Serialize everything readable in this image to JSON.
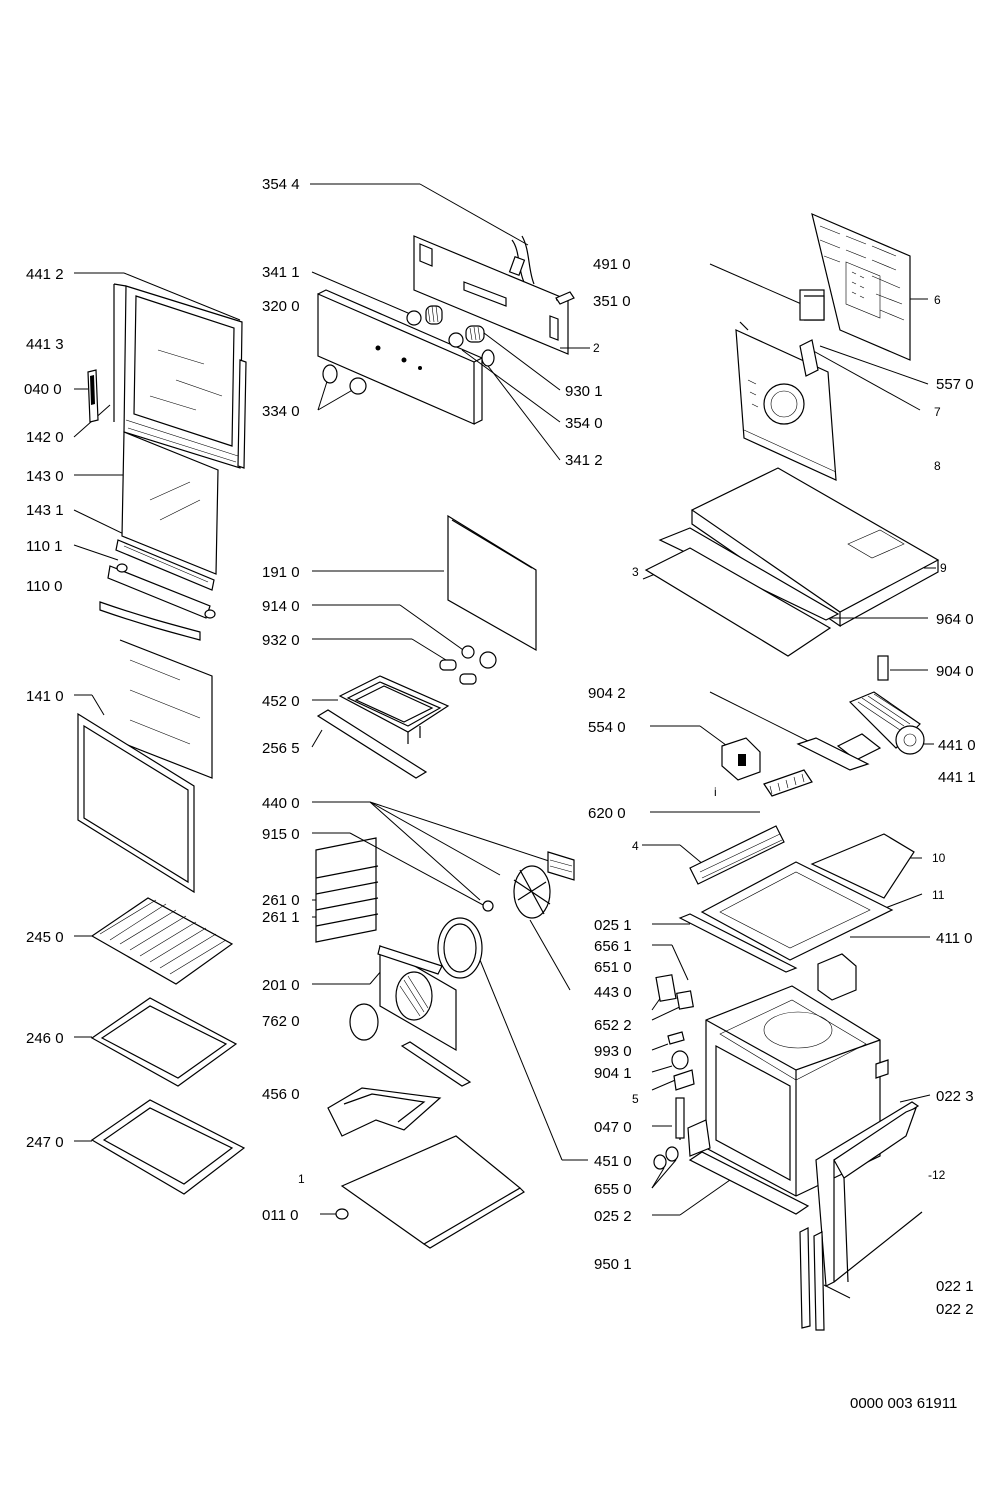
{
  "labels": {
    "l3544": "354 4",
    "l3411": "341 1",
    "l3200": "320 0",
    "l3340": "334 0",
    "l4910": "491 0",
    "l3510": "351 0",
    "l2": "2",
    "l9301": "930 1",
    "l3540": "354 0",
    "l3412": "341 2",
    "l6": "6",
    "l5570": "557 0",
    "l7": "7",
    "l8": "8",
    "l4412": "441 2",
    "l4413": "441 3",
    "l0400": "040 0",
    "l1420": "142 0",
    "l1430": "143 0",
    "l1431": "143 1",
    "l1101": "110 1",
    "l1100": "110 0",
    "l1410": "141 0",
    "l1910": "191 0",
    "l9140": "914 0",
    "l9320": "932 0",
    "l4520": "452 0",
    "l2565": "256 5",
    "l3": "3",
    "l9": "9",
    "l9640": "964 0",
    "l9040": "904 0",
    "l9042": "904 2",
    "l5540": "554 0",
    "l4410": "441 0",
    "l4411": "441 1",
    "l6200": "620 0",
    "l4400": "440 0",
    "l9150": "915 0",
    "l2610": "261 0",
    "l2611": "261 1",
    "l2450": "245 0",
    "l4": "4",
    "l10": "10",
    "l11": "11",
    "l0251": "025 1",
    "l6561": "656 1",
    "l6510": "651 0",
    "l4110": "411 0",
    "l2010": "201 0",
    "l4430": "443 0",
    "l7620": "762 0",
    "l6522": "652 2",
    "l2460": "246 0",
    "l9930": "993 0",
    "l9041": "904 1",
    "l4560": "456 0",
    "l5": "5",
    "l0223": "022 3",
    "l2470": "247 0",
    "l0470": "047 0",
    "l4510": "451 0",
    "l12": "-12",
    "l6550": "655 0",
    "l1": "1",
    "l0110": "011 0",
    "l0252": "025 2",
    "l9501": "950 1",
    "l0221": "022 1",
    "l0222": "022 2",
    "li": "i"
  },
  "footer": {
    "doc_number": "0000 003 61911"
  }
}
